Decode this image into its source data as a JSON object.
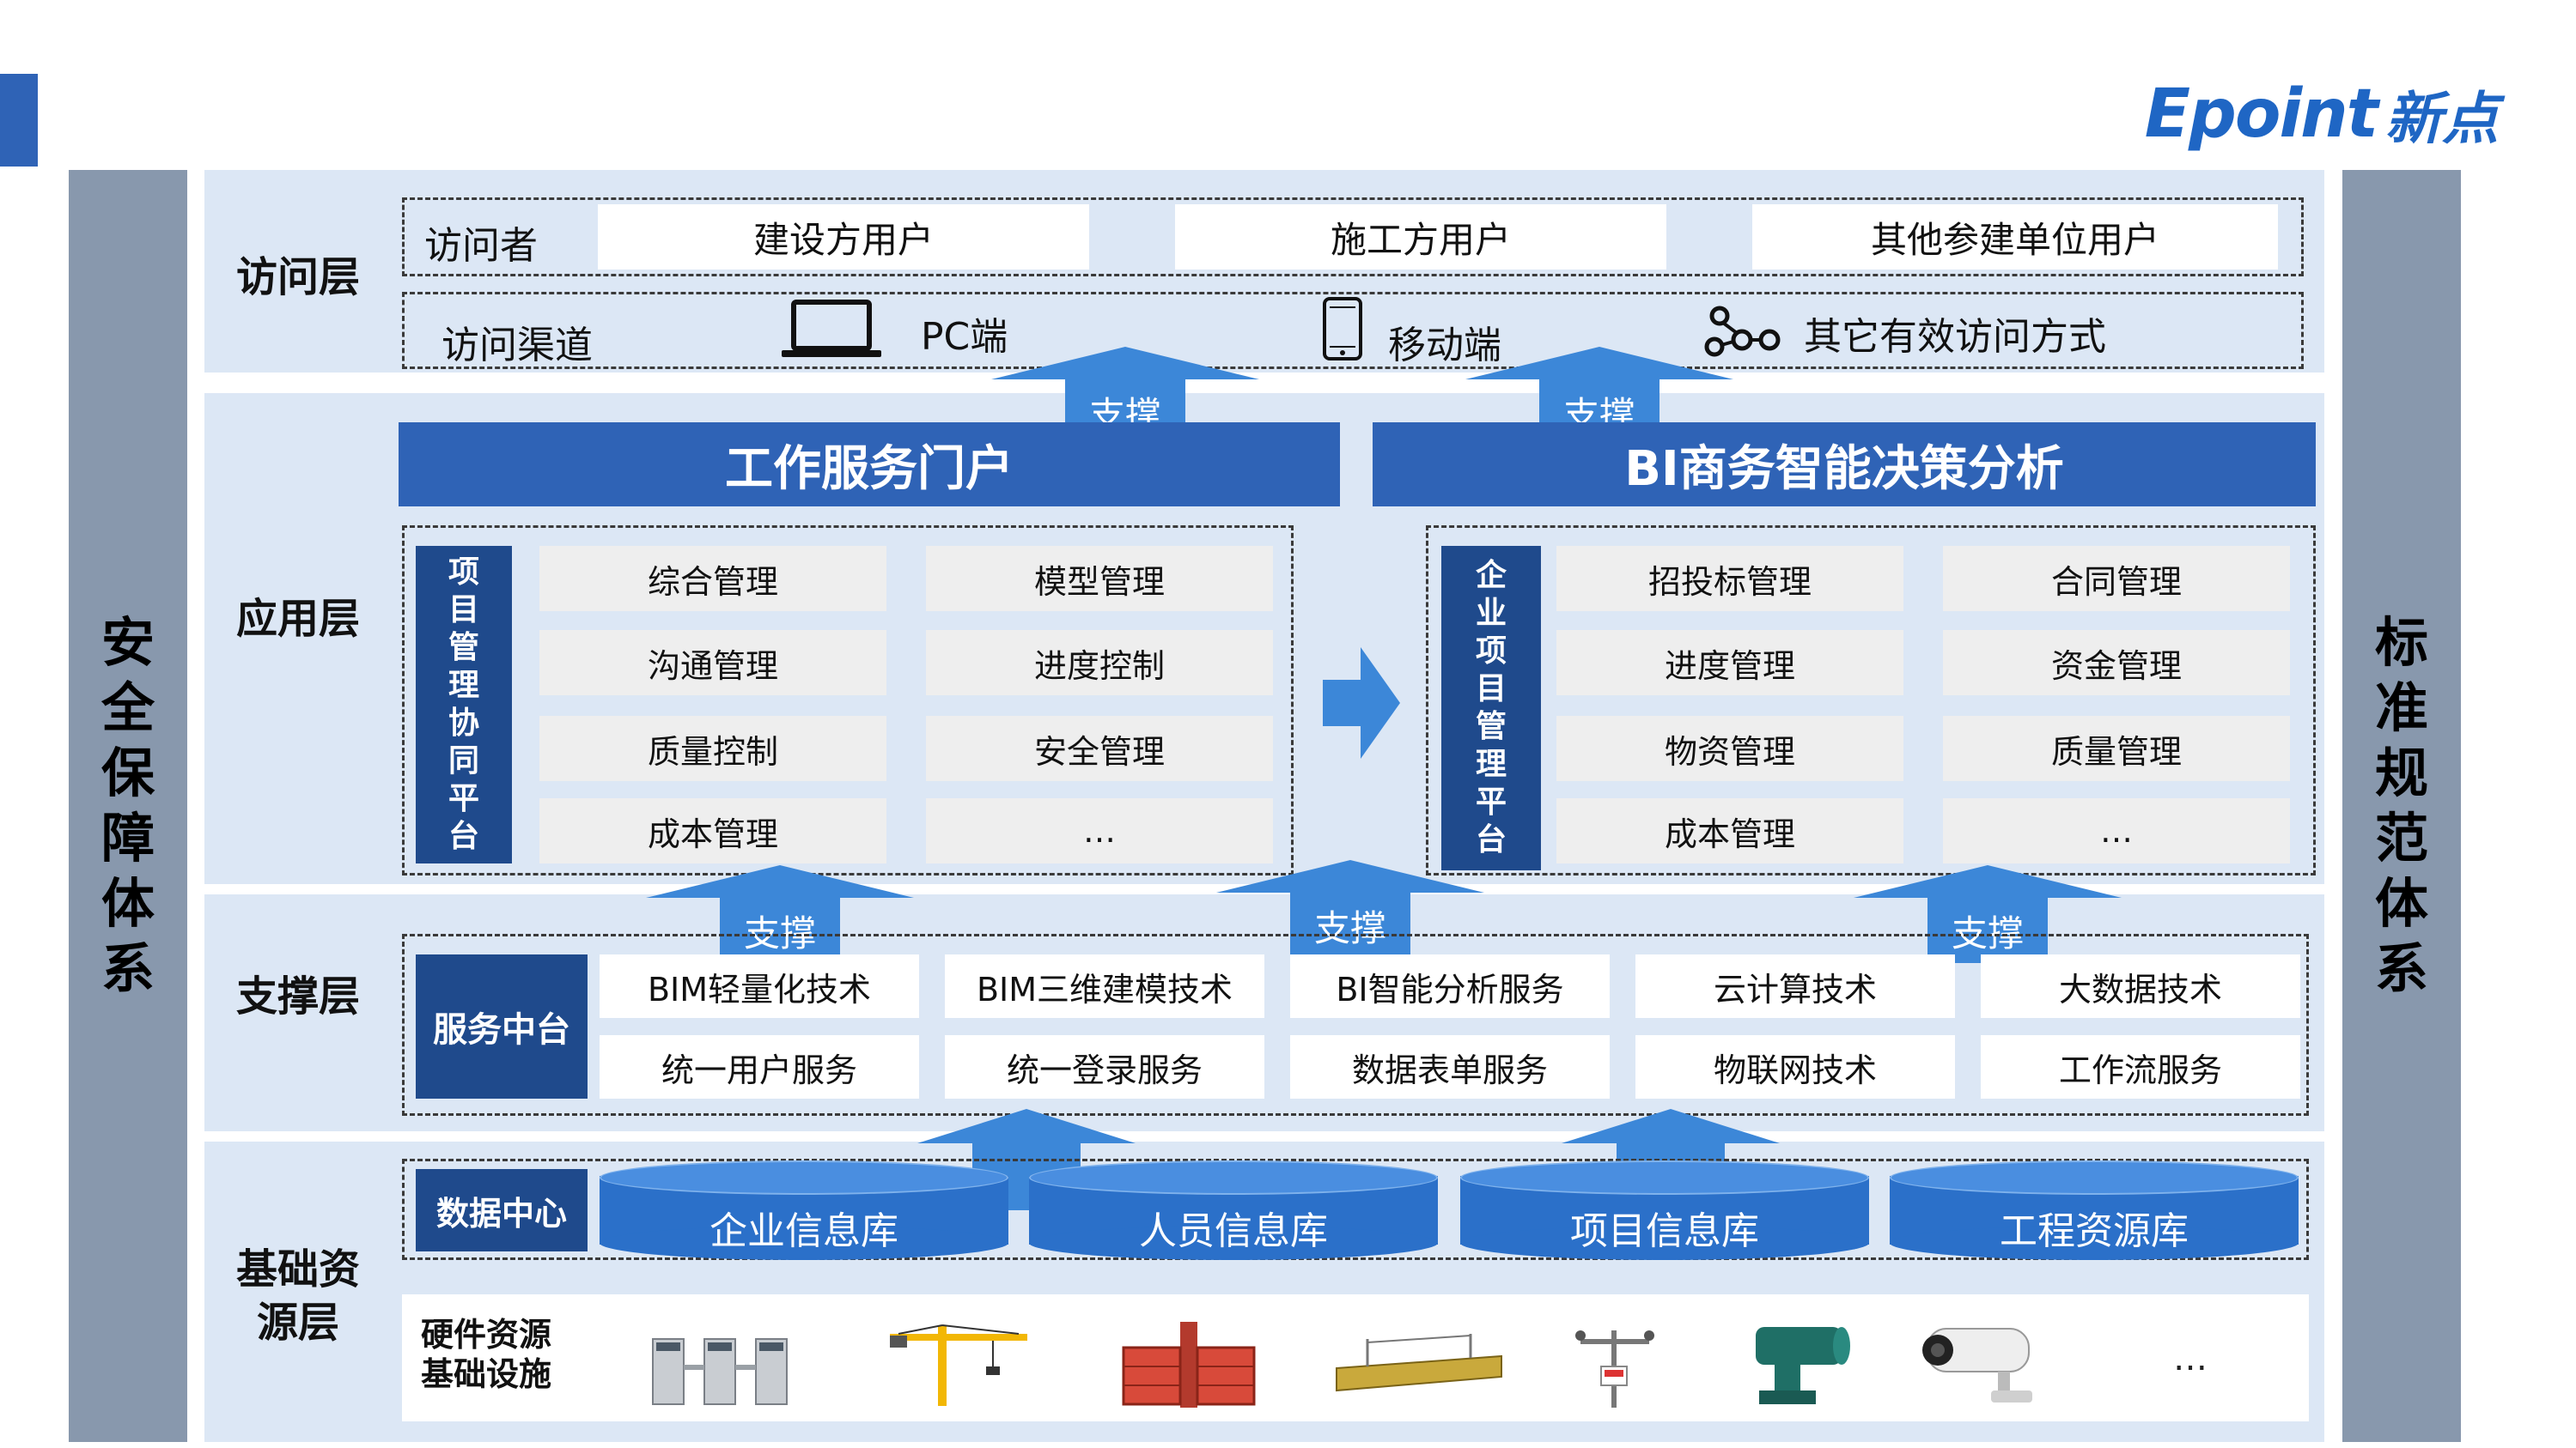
{
  "brand": {
    "logo_text_en": "Epoint",
    "logo_text_cn": "新点"
  },
  "pillars": {
    "left": [
      "安",
      "全",
      "保",
      "障",
      "体",
      "系"
    ],
    "right": [
      "标",
      "准",
      "规",
      "范",
      "体",
      "系"
    ]
  },
  "access_layer": {
    "title": "访问层",
    "visitor_label": "访问者",
    "visitors": [
      "建设方用户",
      "施工方用户",
      "其他参建单位用户"
    ],
    "channel_label": "访问渠道",
    "channels": [
      {
        "icon": "laptop-icon",
        "label": "PC端"
      },
      {
        "icon": "phone-icon",
        "label": "移动端"
      },
      {
        "icon": "network-icon",
        "label": "其它有效访问方式"
      }
    ]
  },
  "support_arrow_label": "支撑",
  "application_layer": {
    "title": "应用层",
    "left_header": "工作服务门户",
    "right_header": "BI商务智能决策分析",
    "left_platform": [
      "项",
      "目",
      "管",
      "理",
      "协",
      "同",
      "平",
      "台"
    ],
    "left_items": [
      "综合管理",
      "模型管理",
      "沟通管理",
      "进度控制",
      "质量控制",
      "安全管理",
      "成本管理",
      "…"
    ],
    "right_platform": [
      "企",
      "业",
      "项",
      "目",
      "管",
      "理",
      "平",
      "台"
    ],
    "right_items": [
      "招投标管理",
      "合同管理",
      "进度管理",
      "资金管理",
      "物资管理",
      "质量管理",
      "成本管理",
      "…"
    ]
  },
  "support_layer": {
    "title": "支撑层",
    "middle_platform": "服务中台",
    "services": [
      "BIM轻量化技术",
      "BIM三维建模技术",
      "BI智能分析服务",
      "云计算技术",
      "大数据技术",
      "统一用户服务",
      "统一登录服务",
      "数据表单服务",
      "物联网技术",
      "工作流服务"
    ]
  },
  "base_layer": {
    "title_line1": "基础资",
    "title_line2": "源层",
    "data_center": "数据中心",
    "databases": [
      "企业信息库",
      "人员信息库",
      "项目信息库",
      "工程资源库"
    ],
    "hardware_label_line1": "硬件资源",
    "hardware_label_line2": "基础设施",
    "hardware_icons": [
      "turnstile-icon",
      "tower-crane-icon",
      "construction-hoist-icon",
      "platform-icon",
      "weather-station-icon",
      "fog-cannon-icon",
      "camera-icon"
    ],
    "hardware_more": "…"
  },
  "colors": {
    "pillar": "#8898ad",
    "layer_bg": "#dce7f5",
    "header_blue": "#2f63b6",
    "navy": "#1f4a8c",
    "arrow_blue": "#3c87d8",
    "cylinder_blue": "#2b70c9",
    "cell_gray": "#eeeeee"
  }
}
